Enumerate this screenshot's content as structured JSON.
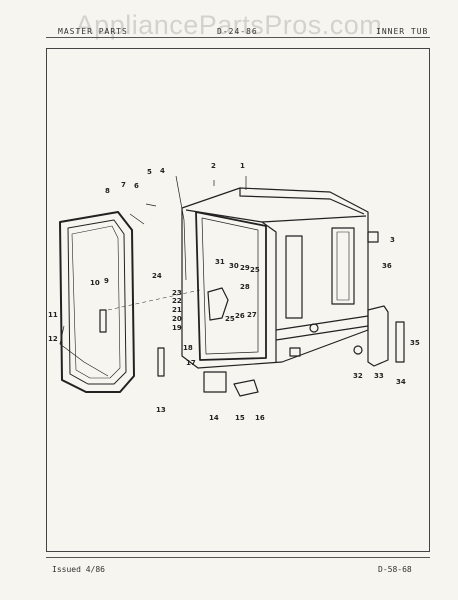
{
  "watermark": "AppliancePartsPros.com",
  "header": {
    "left": "MASTER PARTS",
    "middle": "D-24-86",
    "right": "INNER TUB"
  },
  "footer": {
    "issued": "Issued 4/86",
    "page": "D-58-68"
  },
  "callouts": [
    "1",
    "2",
    "3",
    "4",
    "5",
    "6",
    "7",
    "8",
    "9",
    "10",
    "11",
    "12",
    "13",
    "14",
    "15",
    "16",
    "17",
    "18",
    "19",
    "20",
    "21",
    "22",
    "23",
    "24",
    "25",
    "25",
    "26",
    "27",
    "28",
    "29",
    "30",
    "31",
    "32",
    "33",
    "34",
    "35",
    "36"
  ],
  "colors": {
    "ink": "#222222",
    "paper": "#f7f5ef"
  }
}
